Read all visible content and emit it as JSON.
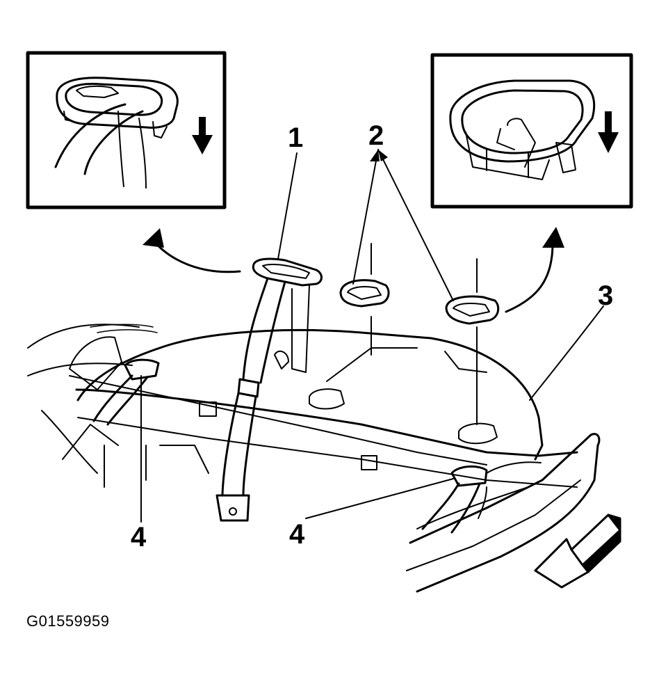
{
  "callouts": {
    "c1": "1",
    "c2": "2",
    "c3": "3",
    "c4_left": "4",
    "c4_right": "4"
  },
  "figure_id": "G01559959",
  "colors": {
    "ink": "#000000",
    "paper": "#ffffff"
  },
  "icons": [
    "down-arrow-icon",
    "curved-arrow-icon",
    "forward-direction-arrow-icon"
  ]
}
